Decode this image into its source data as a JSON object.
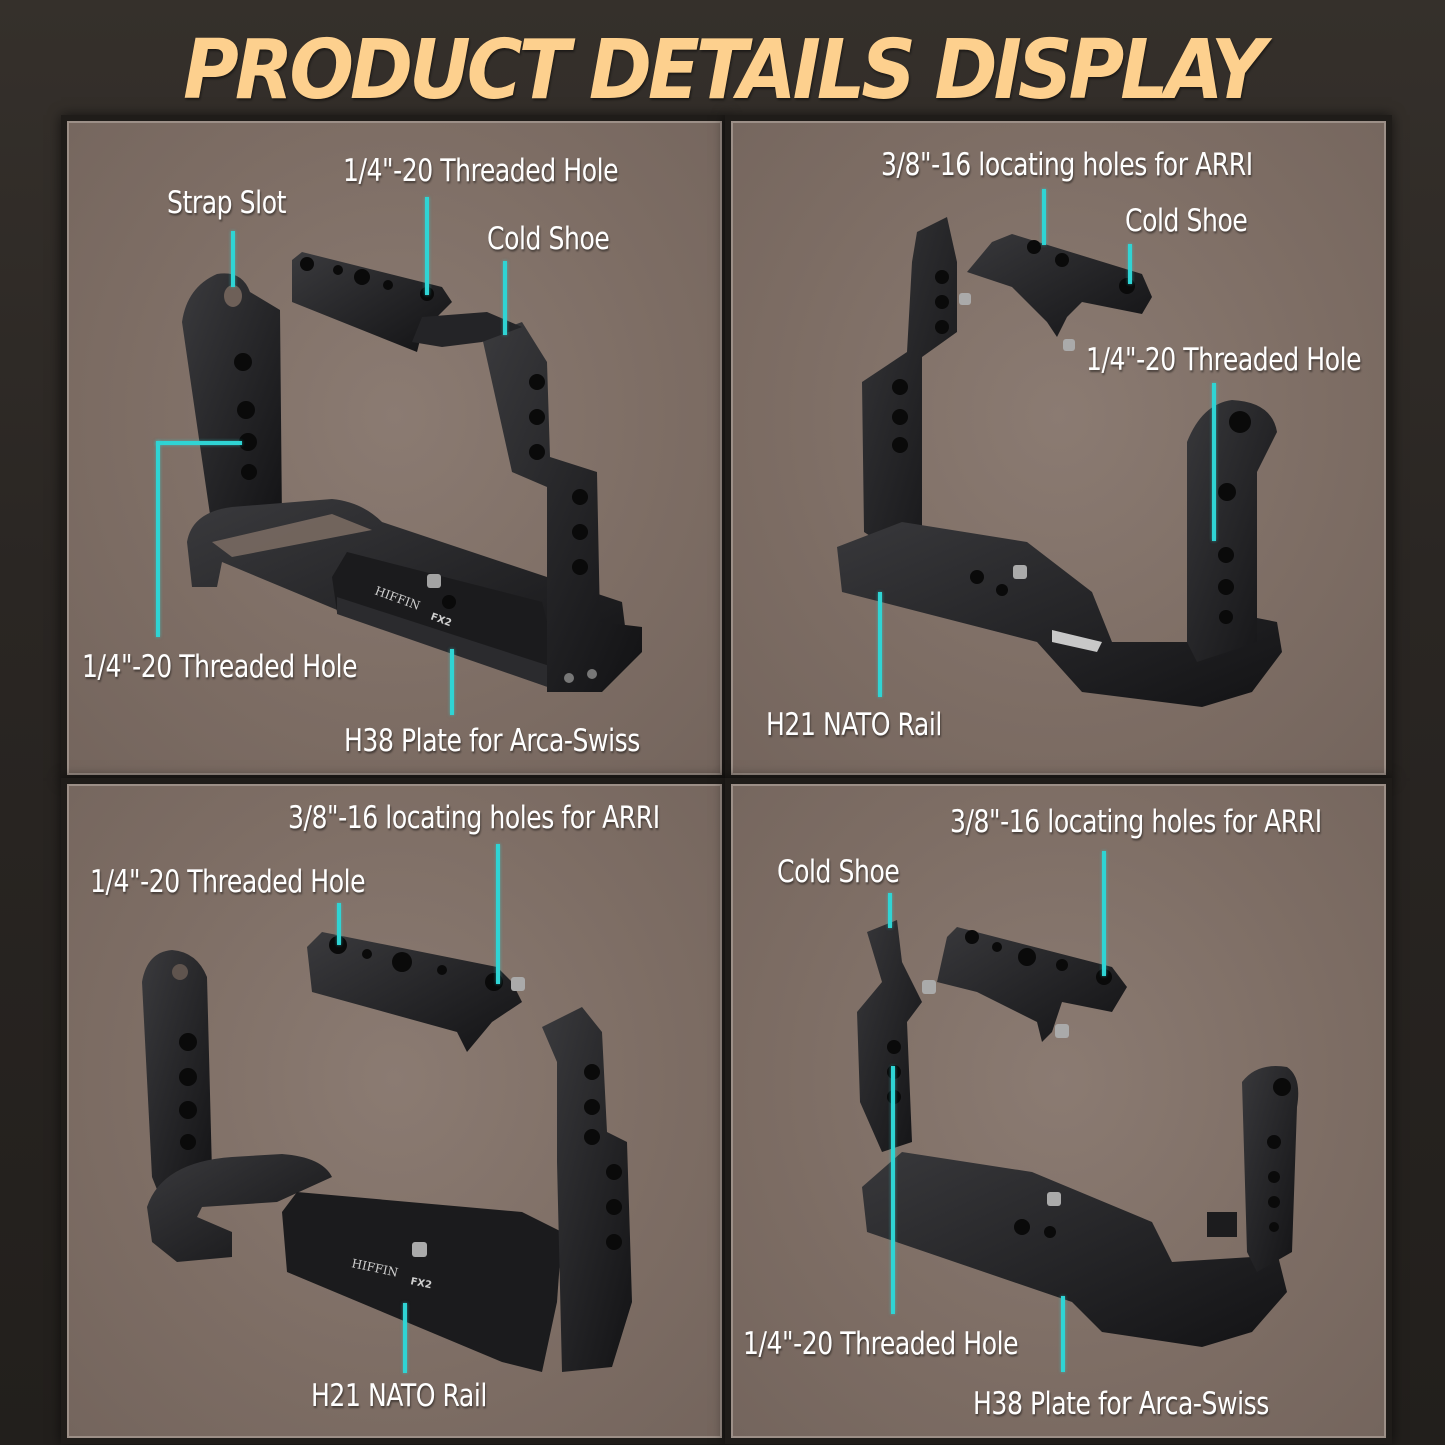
{
  "title": "PRODUCT DETAILS DISPLAY",
  "colors": {
    "title": "#fdd08e",
    "background": "#2a2623",
    "panel": "#7f6f66",
    "leader_line": "#2fd4d4",
    "label_text": "#ffffff",
    "cage_metal": "#1c1c1e"
  },
  "product": {
    "brand_engraving": "HIFFIN",
    "model_engraving": "FX2"
  },
  "panels": [
    {
      "position": "top-left",
      "labels": {
        "strap_slot": "Strap Slot",
        "threaded_hole_top": "1/4\"-20 Threaded Hole",
        "cold_shoe": "Cold Shoe",
        "threaded_hole_side": "1/4\"-20 Threaded Hole",
        "arca_plate": "H38 Plate for Arca-Swiss"
      }
    },
    {
      "position": "top-right",
      "labels": {
        "arri_holes": "3/8\"-16 locating holes for ARRI",
        "cold_shoe": "Cold Shoe",
        "threaded_hole": "1/4\"-20 Threaded Hole",
        "nato_rail": "H21 NATO Rail"
      }
    },
    {
      "position": "bottom-left",
      "labels": {
        "arri_holes": "3/8\"-16 locating holes for ARRI",
        "threaded_hole": "1/4\"-20 Threaded Hole",
        "nato_rail": "H21 NATO Rail"
      }
    },
    {
      "position": "bottom-right",
      "labels": {
        "arri_holes": "3/8\"-16 locating holes for ARRI",
        "cold_shoe": "Cold Shoe",
        "threaded_hole": "1/4\"-20 Threaded Hole",
        "arca_plate": "H38 Plate for Arca-Swiss"
      }
    }
  ]
}
